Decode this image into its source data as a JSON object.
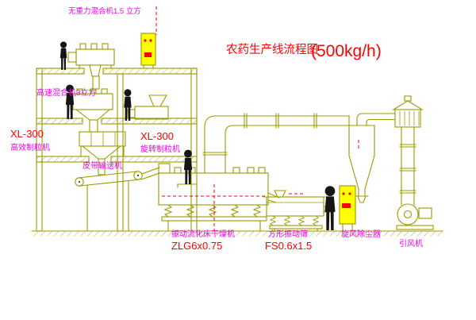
{
  "title": {
    "text": "农药生产线流程图",
    "capacity": "(500kg/h)"
  },
  "equipment_labels": {
    "gravity_mixer": {
      "name": "无重力混合机1.5 立方"
    },
    "high_speed_mixer": {
      "name": "高速混合机3立方"
    },
    "granulator_left": {
      "model": "XL-300",
      "name": "高效制粒机"
    },
    "granulator_mid": {
      "model": "XL-300",
      "name": "旋转制粒机"
    },
    "belt_conveyor": {
      "name": "皮带输送机"
    },
    "fluid_bed_dryer": {
      "name": "振动流化床干燥机",
      "model": "ZLG6x0.75"
    },
    "square_sieve": {
      "name": "方形振动筛",
      "model": "FS0.6x1.5"
    },
    "cyclone": {
      "name": "旋风除尘器"
    },
    "fan": {
      "name": "引风机"
    }
  },
  "colors": {
    "linework": "#9c9c00",
    "label_magenta": "#ee00ee",
    "model_red": "#ff0000",
    "cabinet_yellow": "#ffff00",
    "figure_black": "#151515",
    "background": "#ffffff"
  }
}
